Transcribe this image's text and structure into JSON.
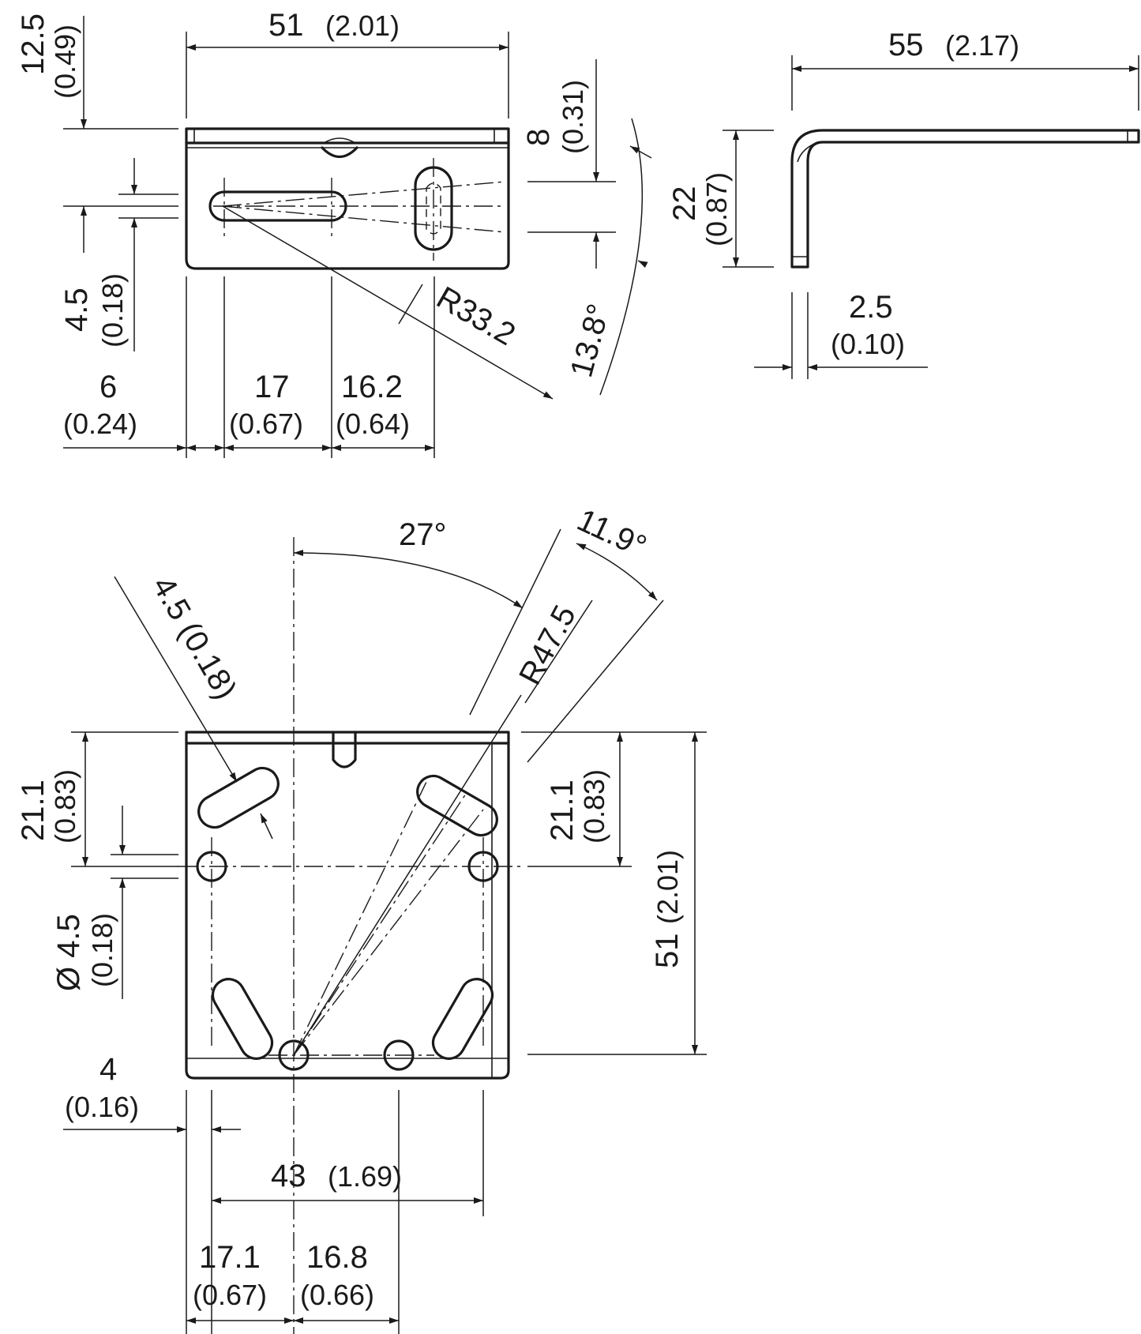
{
  "front_view": {
    "width": "51",
    "width_in": "(2.01)",
    "top_offset": "12.5",
    "top_offset_in": "(0.49)",
    "slot_width": "4.5",
    "slot_width_in": "(0.18)",
    "slot_spacing": "8",
    "slot_spacing_in": "(0.31)",
    "slot_angle": "13.8°",
    "radius": "R33.2",
    "left_offset": "6",
    "left_offset_in": "(0.24)",
    "slot_length": "17",
    "slot_length_in": "(0.67)",
    "slot_to_hole": "16.2",
    "slot_to_hole_in": "(0.64)"
  },
  "side_view": {
    "length": "55",
    "length_in": "(2.17)",
    "height": "22",
    "height_in": "(0.87)",
    "thickness": "2.5",
    "thickness_in": "(0.10)"
  },
  "top_view": {
    "angle_a": "27°",
    "angle_b": "11.9°",
    "radius": "R47.5",
    "slot_width": "4.5 (0.18)",
    "left_slot_offset": "21.1",
    "left_slot_offset_in": "(0.83)",
    "right_slot_offset": "21.1",
    "right_slot_offset_in": "(0.83)",
    "hole_dia": "Ø 4.5",
    "hole_dia_in": "(0.18)",
    "height": "51",
    "height_in": "(2.01)",
    "edge_offset": "4",
    "edge_offset_in": "(0.16)",
    "hole_span": "43",
    "hole_span_in": "(1.69)",
    "left_span": "17.1",
    "left_span_in": "(0.67)",
    "right_span": "16.8",
    "right_span_in": "(0.66)"
  }
}
